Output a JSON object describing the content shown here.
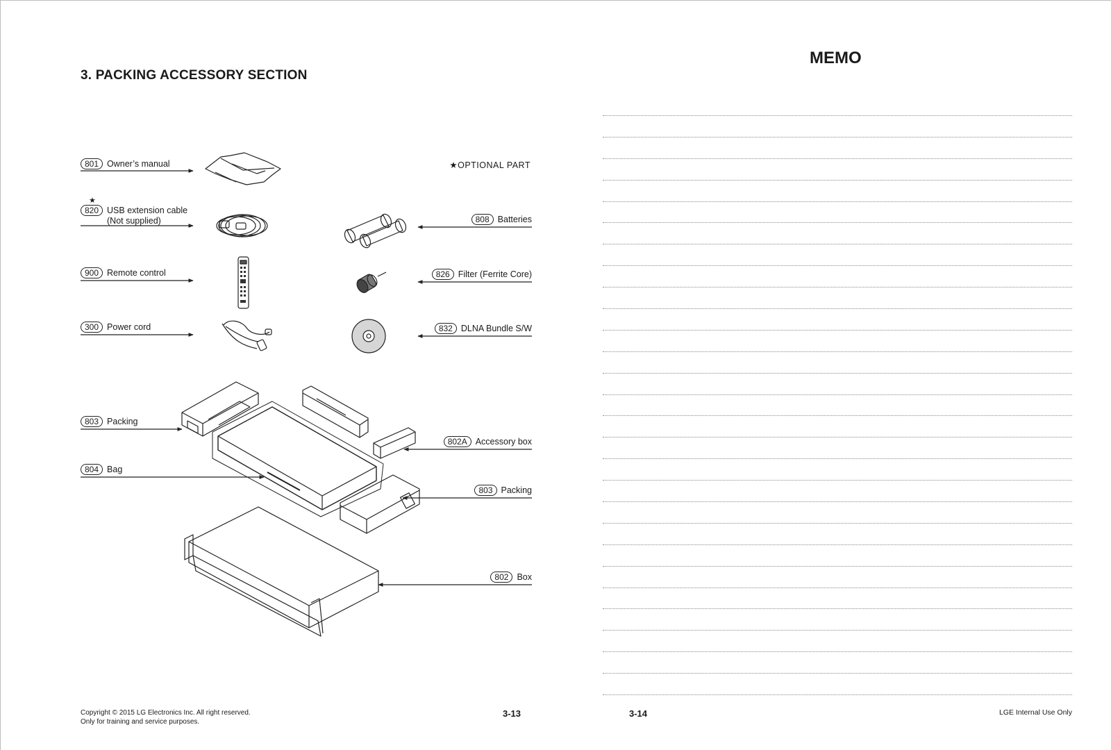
{
  "left_page": {
    "section_title": "3. PACKING ACCESSORY SECTION",
    "optional_note": "★OPTIONAL PART",
    "parts": [
      {
        "num": "801",
        "label": "Owner’s manual"
      },
      {
        "num": "820",
        "label": "USB extension cable",
        "sub": "(Not supplied)",
        "optional": true
      },
      {
        "num": "900",
        "label": "Remote control"
      },
      {
        "num": "300",
        "label": "Power cord"
      },
      {
        "num": "808",
        "label": "Batteries"
      },
      {
        "num": "826",
        "label": "Filter (Ferrite Core)"
      },
      {
        "num": "832",
        "label": "DLNA Bundle S/W"
      },
      {
        "num": "803",
        "label": "Packing"
      },
      {
        "num": "804",
        "label": "Bag"
      },
      {
        "num": "802A",
        "label": "Accessory box"
      },
      {
        "num": "803",
        "label": "Packing"
      },
      {
        "num": "802",
        "label": "Box"
      }
    ],
    "copyright_line1": "Copyright © 2015 LG Electronics Inc. All right reserved.",
    "copyright_line2": "Only for training and service purposes.",
    "page_number": "3-13"
  },
  "right_page": {
    "title": "MEMO",
    "line_count": 28,
    "page_number": "3-14",
    "footer_note": "LGE Internal Use Only"
  }
}
